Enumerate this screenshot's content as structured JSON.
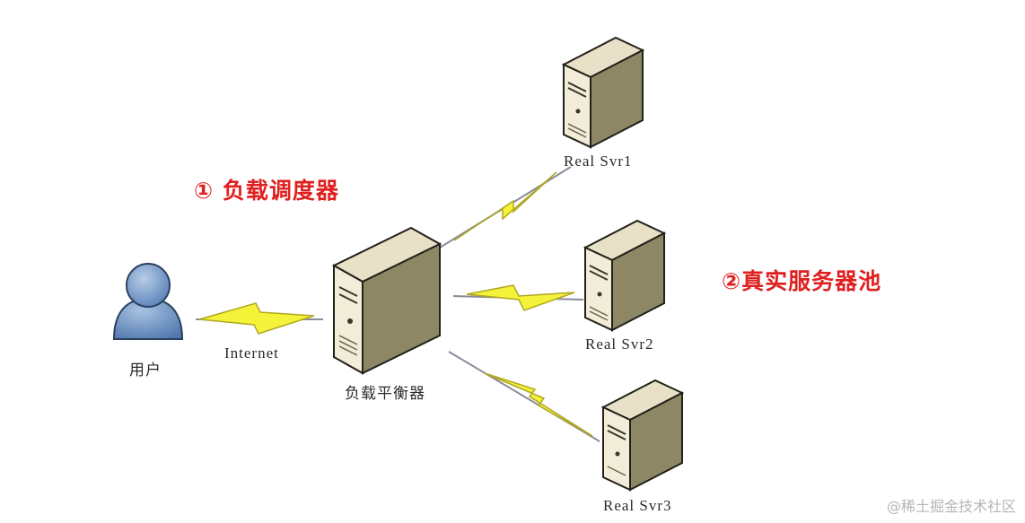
{
  "nodes": {
    "user": {
      "label": "用户"
    },
    "load_balancer": {
      "label": "负载平衡器"
    },
    "servers": [
      {
        "label": "Real Svr1"
      },
      {
        "label": "Real Svr2"
      },
      {
        "label": "Real Svr3"
      }
    ]
  },
  "links": {
    "internet_label": "Internet"
  },
  "callouts": {
    "scheduler": "① 负载调度器",
    "pool": "②真实服务器池"
  },
  "colors": {
    "callout_red": "#e02020",
    "lightning_fill": "#f5f23a",
    "lightning_stroke": "#b0a820",
    "server_body": "#efe9d6",
    "user_blue": "#6f95c4"
  },
  "watermark": "@稀土掘金技术社区"
}
